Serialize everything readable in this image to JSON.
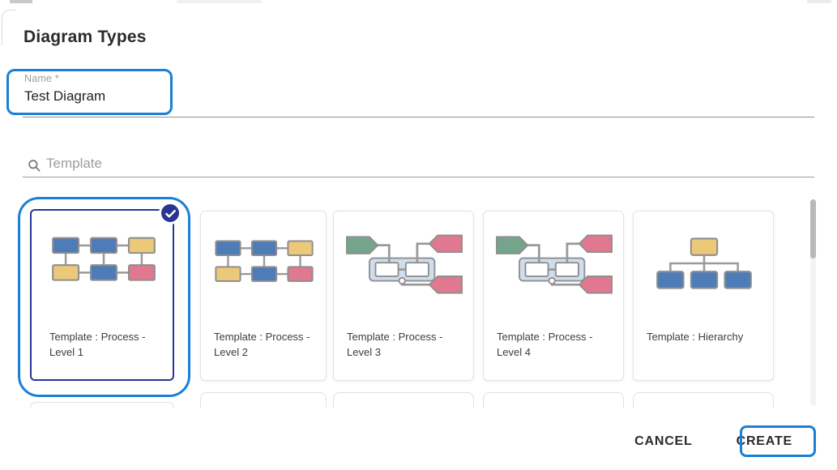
{
  "dialog": {
    "title": "Diagram Types",
    "name_field": {
      "label": "Name *",
      "value": "Test Diagram"
    },
    "search": {
      "placeholder": "Template"
    },
    "templates": [
      {
        "label": "Template : Process - Level 1",
        "thumbnail": "two-row-flow",
        "selected": true
      },
      {
        "label": "Template : Process - Level 2",
        "thumbnail": "two-row-flow",
        "selected": false
      },
      {
        "label": "Template : Process - Level 3",
        "thumbnail": "nested-flow",
        "selected": false
      },
      {
        "label": "Template : Process - Level 4",
        "thumbnail": "nested-flow",
        "selected": false
      },
      {
        "label": "Template : Hierarchy",
        "thumbnail": "hierarchy-tree",
        "selected": false
      }
    ],
    "actions": {
      "cancel_label": "CANCEL",
      "create_label": "CREATE"
    }
  },
  "colors": {
    "annotation_blue": "#1b7fd6",
    "selected_navy": "#283593",
    "thumb_blue": "#4d7cb8",
    "thumb_yellow": "#ecc979",
    "thumb_pink": "#e0798f",
    "thumb_green": "#74a58c",
    "thumb_container_blue": "#cfdded",
    "thumb_stroke": "#8f8f8f",
    "connector_gray": "#9a9a9a"
  }
}
